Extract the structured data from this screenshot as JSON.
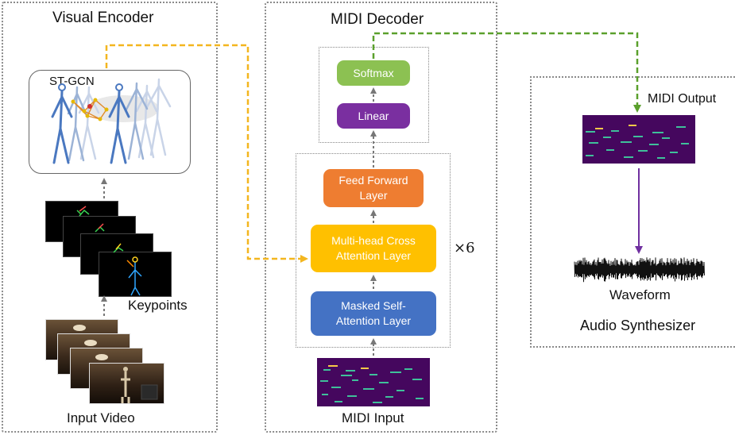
{
  "visual_encoder": {
    "title": "Visual Encoder",
    "stgcn_label": "ST-GCN",
    "keypoints_label": "Keypoints",
    "input_video_label": "Input Video"
  },
  "midi_decoder": {
    "title": "MIDI Decoder",
    "softmax": "Softmax",
    "linear": "Linear",
    "ffn_line1": "Feed Forward",
    "ffn_line2": "Layer",
    "cross_line1": "Multi-head Cross",
    "cross_line2": "Attention Layer",
    "self_line1": "Masked Self-",
    "self_line2": "Attention Layer",
    "repeat": "×6",
    "midi_input_label": "MIDI Input"
  },
  "synth": {
    "midi_output_label": "MIDI Output",
    "waveform_label": "Waveform",
    "title": "Audio Synthesizer"
  },
  "colors": {
    "softmax": "#8cc152",
    "linear": "#7a2fa0",
    "ffn": "#ee7d31",
    "cross": "#ffc000",
    "self": "#4472c4",
    "yellow_arrow": "#f3b61f",
    "green_arrow": "#5aa02c",
    "purple_arrow": "#7030a0",
    "piano_roll_bg": "#45075e",
    "note_green": "#3fc09a",
    "note_yellow": "#f7c948"
  }
}
